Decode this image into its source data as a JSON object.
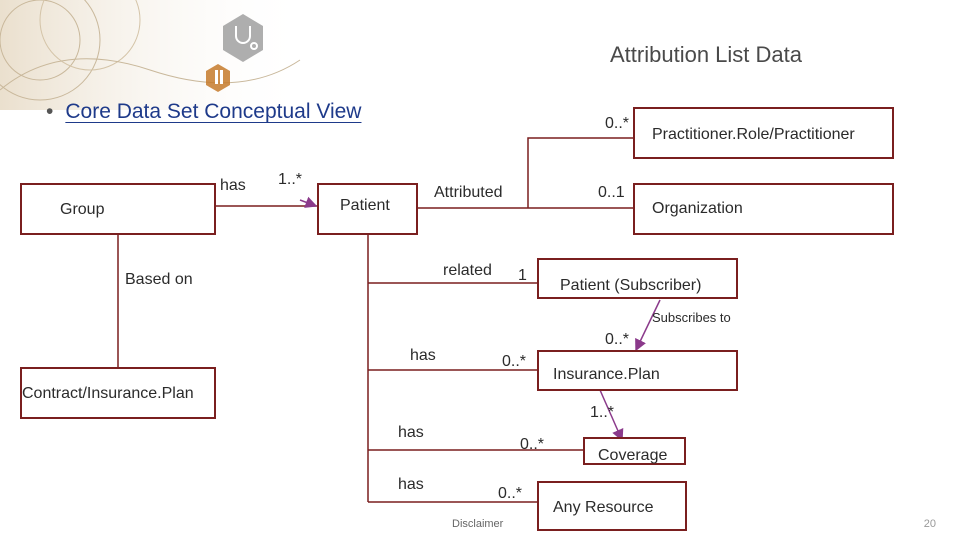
{
  "title": "Attribution List Data",
  "bullet": "Core Data Set Conceptual View",
  "boxes": {
    "group": "Group",
    "patient": "Patient",
    "practitioner": "Practitioner.Role/Practitioner",
    "organization": "Organization",
    "subscriber": "Patient  (Subscriber)",
    "insurance_plan": "Insurance.Plan",
    "contract": "Contract/Insurance.Plan",
    "coverage": "Coverage",
    "any_resource": "Any Resource"
  },
  "relations": {
    "group_has": "has",
    "group_patient_mult": "1..*",
    "attributed": "Attributed",
    "practitioner_mult": "0..*",
    "organization_mult": "0..1",
    "related": "related",
    "related_mult": "1",
    "based_on": "Based on",
    "subscribes_to": "Subscribes to",
    "subscribes_mult": "0..*",
    "insurance_has": "has",
    "insurance_mult": "0..*",
    "coverage_has": "has",
    "coverage_mult": "0..*",
    "plan_coverage_mult": "1..*",
    "resource_has": "has",
    "resource_mult": "0..*"
  },
  "footer": {
    "disclaimer": "Disclaimer",
    "page_number": "20"
  },
  "colors": {
    "line": "#7a1f1f",
    "arrow": "#8b3a8b",
    "title": "#4a4a4a",
    "bullet": "#1e3a8a"
  }
}
